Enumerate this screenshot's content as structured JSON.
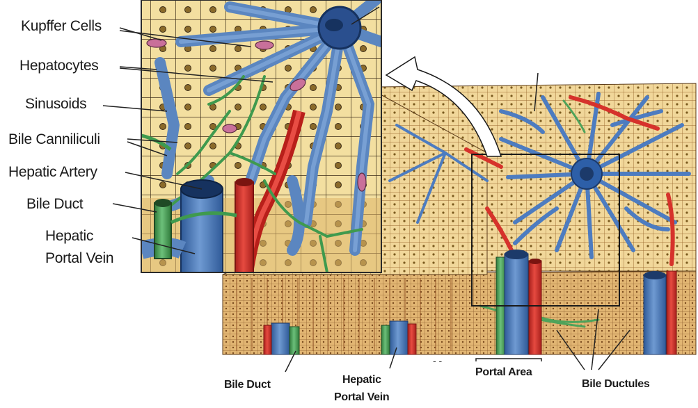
{
  "labels": {
    "kupffer_cells": "Kupffer Cells",
    "hepatocytes": "Hepatocytes",
    "sinusoids": "Sinusoids",
    "bile_canniliculi": "Bile Canniliculi",
    "hepatic_artery": "Hepatic Artery",
    "bile_duct": "Bile Duct",
    "hepatic_portal_vein_line1": "Hepatic",
    "hepatic_portal_vein_line2": "Portal Vein",
    "bottom_bile_duct": "Bile Duct",
    "bottom_portal_vein_line1": "Hepatic",
    "bottom_portal_vein_line2": "Portal Vein",
    "portal_area": "Portal Area",
    "bile_ductules": "Bile Ductules"
  },
  "colors": {
    "hepatocyte": "#f3dfa0",
    "parenchyma": "#d9a35c",
    "sinusoid_blue": "#5b86c0",
    "vein_blue": "#3f6fb3",
    "artery_red": "#d6322b",
    "bile_green": "#4ea35a",
    "kupffer_pink": "#c9709a",
    "nucleus": "#8a6a2a",
    "outline": "#3b2c18"
  }
}
